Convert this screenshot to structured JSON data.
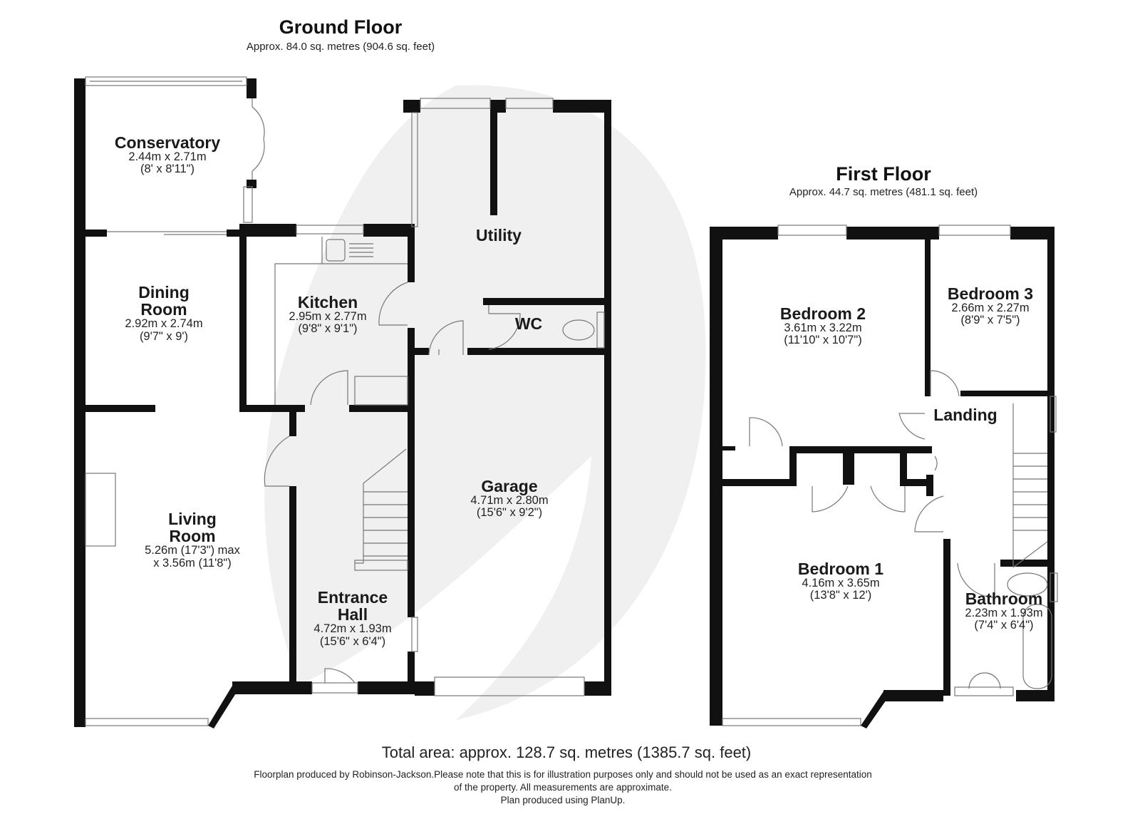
{
  "ground_floor": {
    "title": "Ground Floor",
    "area": "Approx. 84.0 sq. metres (904.6 sq. feet)",
    "rooms": {
      "conservatory": {
        "name": "Conservatory",
        "dim_m": "2.44m x 2.71m",
        "dim_ft": "(8' x 8'11\")"
      },
      "dining": {
        "name1": "Dining",
        "name2": "Room",
        "dim_m": "2.92m x 2.74m",
        "dim_ft": "(9'7\" x 9')"
      },
      "kitchen": {
        "name": "Kitchen",
        "dim_m": "2.95m x 2.77m",
        "dim_ft": "(9'8\" x 9'1\")"
      },
      "utility": {
        "name": "Utility"
      },
      "wc": {
        "name": "WC"
      },
      "living": {
        "name1": "Living",
        "name2": "Room",
        "dim_1": "5.26m (17'3\") max",
        "dim_2": "x 3.56m (11'8\")"
      },
      "entrance": {
        "name1": "Entrance",
        "name2": "Hall",
        "dim_m": "4.72m x 1.93m",
        "dim_ft": "(15'6\" x 6'4\")"
      },
      "garage": {
        "name": "Garage",
        "dim_m": "4.71m x 2.80m",
        "dim_ft": "(15'6\" x 9'2\")"
      }
    }
  },
  "first_floor": {
    "title": "First Floor",
    "area": "Approx. 44.7 sq. metres (481.1 sq. feet)",
    "rooms": {
      "bedroom2": {
        "name": "Bedroom 2",
        "dim_m": "3.61m x 3.22m",
        "dim_ft": "(11'10\" x 10'7\")"
      },
      "bedroom3": {
        "name": "Bedroom 3",
        "dim_m": "2.66m x 2.27m",
        "dim_ft": "(8'9\" x 7'5\")"
      },
      "landing": {
        "name": "Landing"
      },
      "bedroom1": {
        "name": "Bedroom 1",
        "dim_m": "4.16m x 3.65m",
        "dim_ft": "(13'8\" x 12')"
      },
      "bathroom": {
        "name": "Bathroom",
        "dim_m": "2.23m x 1.93m",
        "dim_ft": "(7'4\" x 6'4\")"
      }
    }
  },
  "footer": {
    "total": "Total area: approx. 128.7 sq. metres (1385.7 sq. feet)",
    "disclaimer_1": "Floorplan produced by Robinson-Jackson.Please note that this is for illustration purposes only and should not be used as an exact representation",
    "disclaimer_2": "of the property. All measurements are approximate.",
    "disclaimer_3": "Plan produced using PlanUp."
  },
  "colors": {
    "wall": "#111111",
    "watermark": "#efefef",
    "line": "#777777"
  }
}
